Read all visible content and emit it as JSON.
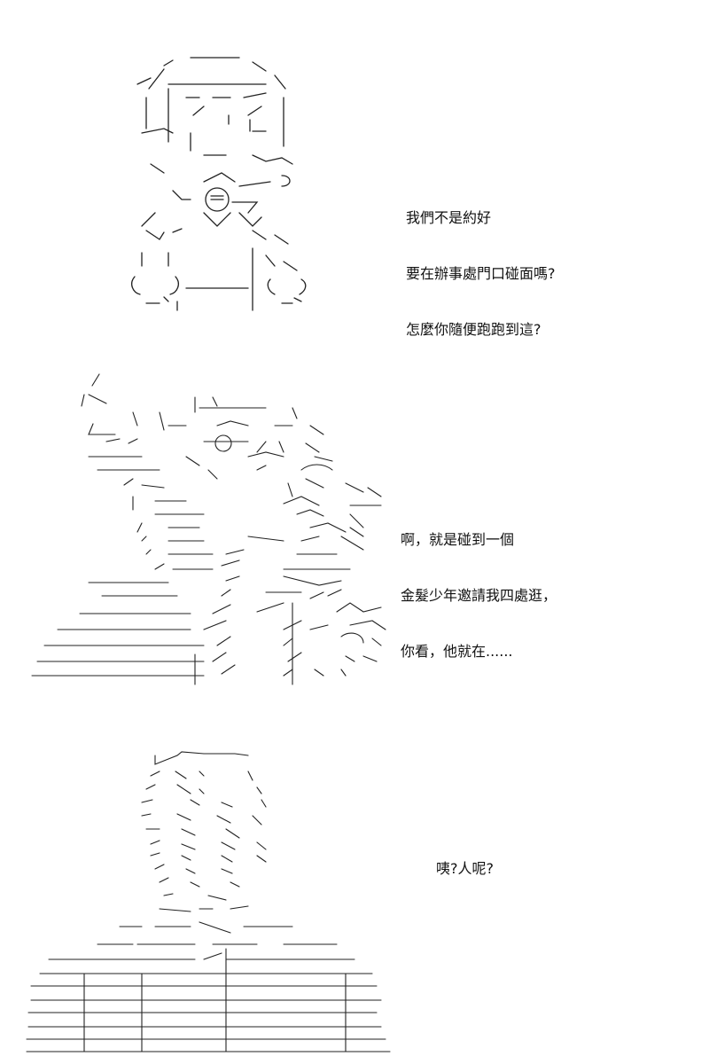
{
  "panels": [
    {
      "dialog": [
        "我們不是約好",
        "要在辦事處門口碰面嗎?",
        "怎麼你隨便跑跑到這?"
      ]
    },
    {
      "dialog": [
        "啊，就是碰到一個",
        "金髮少年邀請我四處逛，",
        "你看，他就在......"
      ]
    },
    {
      "dialog": [
        "咦?人呢?"
      ]
    }
  ]
}
